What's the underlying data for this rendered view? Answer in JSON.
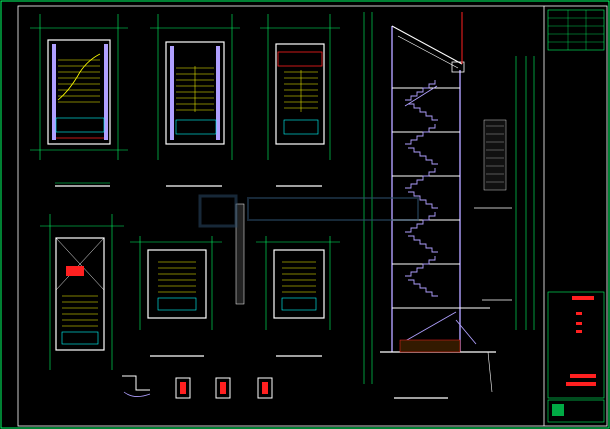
{
  "drawing": {
    "type": "CAD stair construction drawing",
    "background_color": "#000000",
    "line_colors": {
      "border": "#00ff66",
      "walls": "#ffffff",
      "dims": "#00ff66",
      "stairs": "#ffff00",
      "section_concrete": "#b0a0ff",
      "highlight": "#ff2020",
      "watermark": "#2a4a66"
    },
    "views": [
      "stair-plan-1",
      "stair-plan-2",
      "stair-plan-3",
      "stair-plan-4",
      "stair-plan-5",
      "stair-plan-6",
      "stair-section",
      "detail-1",
      "detail-2",
      "detail-3",
      "detail-4"
    ]
  }
}
